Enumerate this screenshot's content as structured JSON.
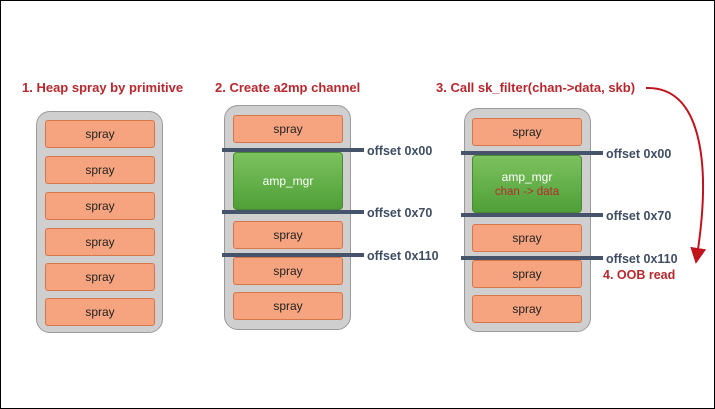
{
  "titles": {
    "t1": "1. Heap spray by primitive",
    "t2": "2. Create a2mp channel",
    "t3": "3. Call sk_filter(chan->data, skb)"
  },
  "block_label": "spray",
  "amp_mgr_label": "amp_mgr",
  "chan_data_label": "chan -> data",
  "offsets": {
    "o0": "offset 0x00",
    "o70": "offset 0x70",
    "o110": "offset 0x110"
  },
  "oob_label": "4. OOB read",
  "colors": {
    "spray": "#f6a47f",
    "amp_mgr": "#5aab42",
    "title": "#b7282e",
    "offset_line": "#45546a"
  }
}
